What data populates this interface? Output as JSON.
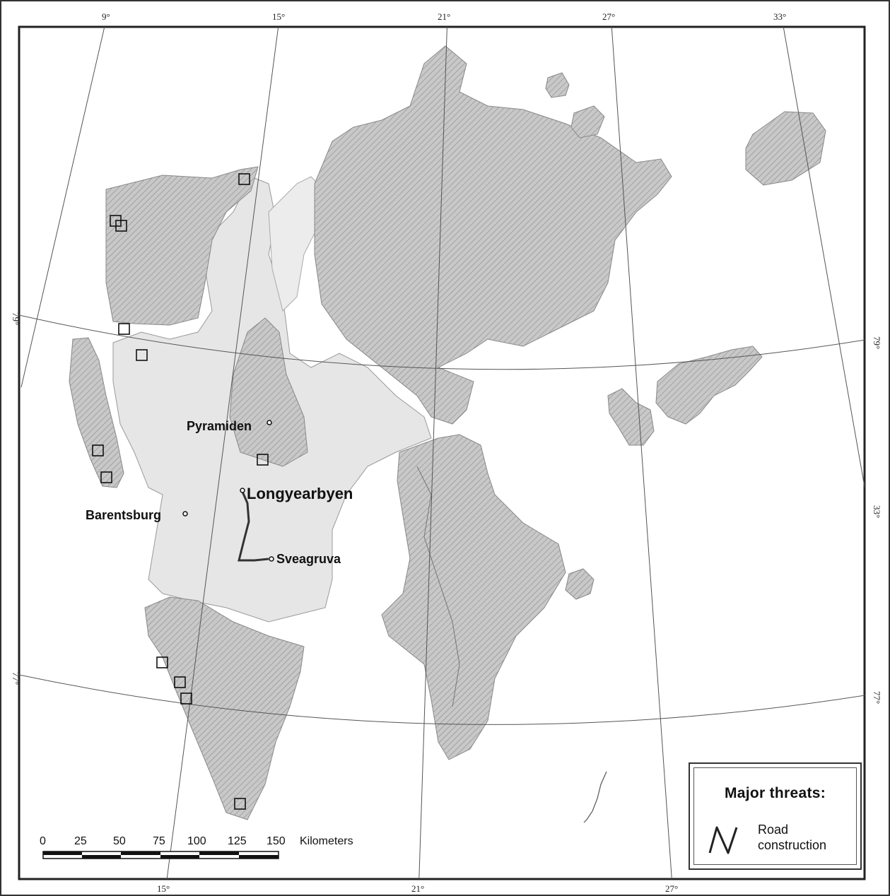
{
  "graticule": {
    "longitude_labels_top": [
      "9°",
      "15°",
      "21°",
      "27°",
      "33°"
    ],
    "longitude_labels_bottom": [
      "15°",
      "21°",
      "27°"
    ],
    "latitude_labels_left": [
      "79°",
      "77°"
    ],
    "latitude_labels_right": [
      "79°",
      "33°",
      "77°"
    ]
  },
  "places": {
    "pyramiden": "Pyramiden",
    "longyearbyen": "Longyearbyen",
    "barentsburg": "Barentsburg",
    "sveagruva": "Sveagruva"
  },
  "scale_bar": {
    "ticks": [
      "0",
      "25",
      "50",
      "75",
      "100",
      "125",
      "150"
    ],
    "unit": "Kilometers"
  },
  "legend": {
    "title": "Major threats:",
    "item_line1": "Road",
    "item_line2": "construction",
    "item_icon": "road-construction-symbol"
  },
  "colors": {
    "hatched_area": "#c2c2c2",
    "land": "#e6e6e6",
    "road": "#333333"
  }
}
